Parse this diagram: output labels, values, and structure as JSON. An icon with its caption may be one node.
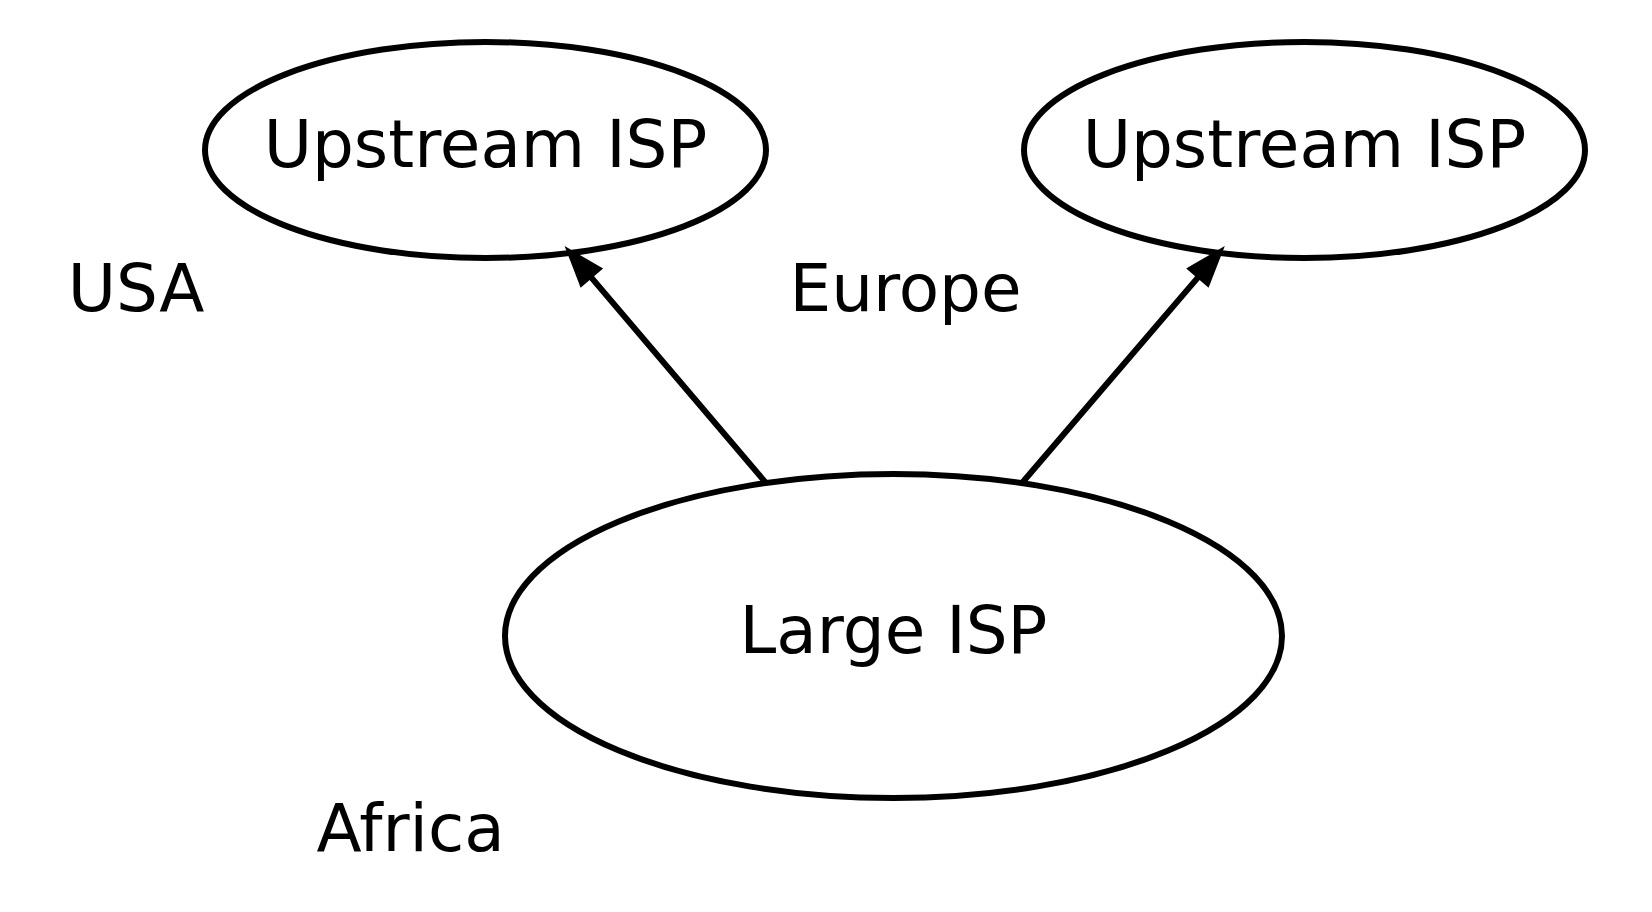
{
  "diagram": {
    "nodes": [
      {
        "text": [
          "Upstream ISP"
        ],
        "beside": [
          "USA"
        ]
      },
      {
        "text": [
          "Upstream ISP"
        ],
        "beside": [
          "Europe"
        ]
      },
      {
        "text": [
          "Large ISP"
        ],
        "beside": [
          "Africa"
        ]
      }
    ],
    "edges": [
      {
        "from": 2,
        "to": 0,
        "arrow": "to"
      },
      {
        "from": 2,
        "to": 1,
        "arrow": "to"
      }
    ]
  }
}
